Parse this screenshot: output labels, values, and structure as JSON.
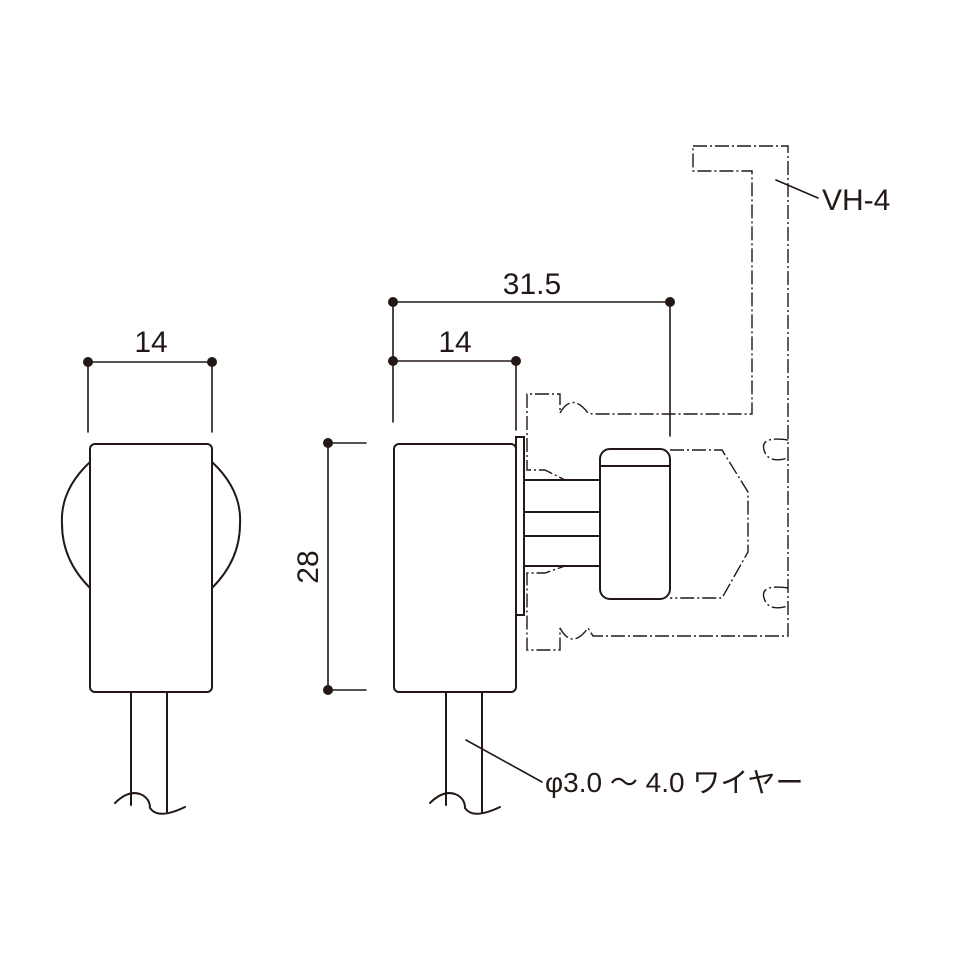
{
  "labels": {
    "width_front": "14",
    "width_side": "14",
    "length_total": "31.5",
    "height": "28",
    "rail_name": "VH-4",
    "wire_spec": "φ3.0 ～ 4.0 ワイヤー"
  }
}
